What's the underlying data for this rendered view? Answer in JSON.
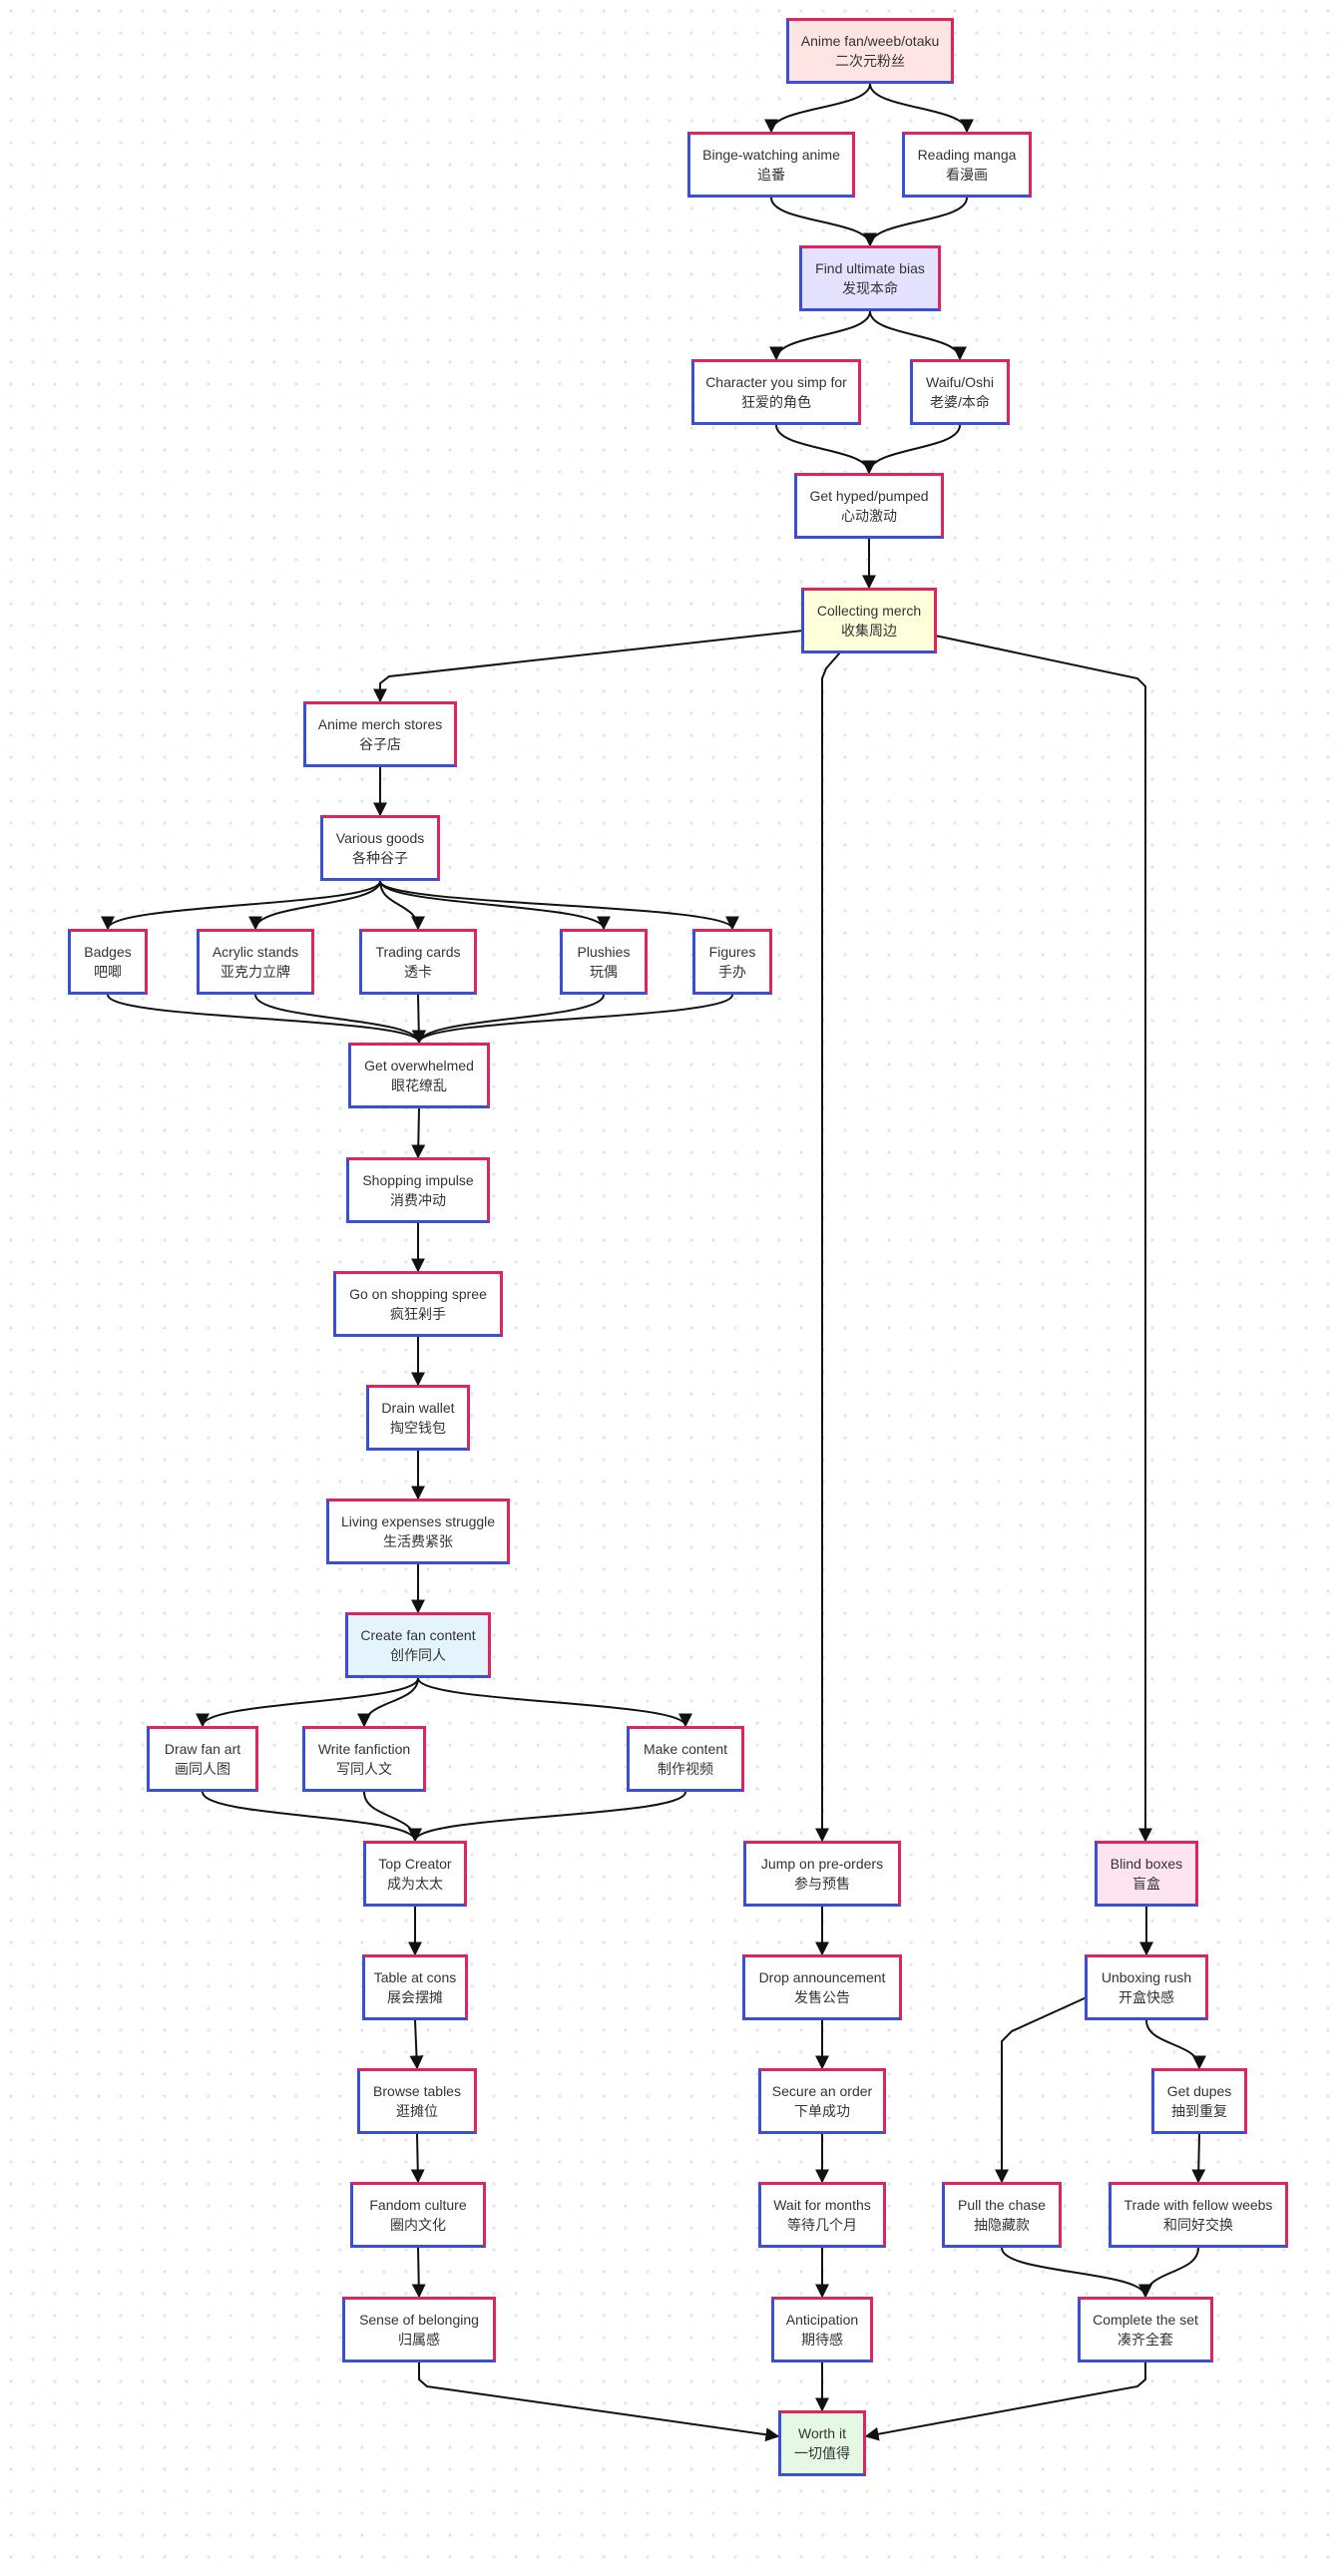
{
  "colors": {
    "edge": "#111111",
    "border_a": "#3b4fd6",
    "border_b": "#e0245e",
    "default_fill": "#ffffff"
  },
  "nodes": [
    {
      "id": "fan",
      "en": "Anime fan/weeb/otaku",
      "zh": "二次元粉丝",
      "fill": "#ffe4e4"
    },
    {
      "id": "binge",
      "en": "Binge-watching anime",
      "zh": "追番"
    },
    {
      "id": "manga",
      "en": "Reading manga",
      "zh": "看漫画"
    },
    {
      "id": "bias",
      "en": "Find ultimate bias",
      "zh": "发现本命",
      "fill": "#e4e2ff"
    },
    {
      "id": "simp",
      "en": "Character you simp for",
      "zh": "狂爱的角色"
    },
    {
      "id": "waifu",
      "en": "Waifu/Oshi",
      "zh": "老婆/本命"
    },
    {
      "id": "hyped",
      "en": "Get hyped/pumped",
      "zh": "心动激动"
    },
    {
      "id": "collect",
      "en": "Collecting merch",
      "zh": "收集周边",
      "fill": "#ffffdc"
    },
    {
      "id": "stores",
      "en": "Anime merch stores",
      "zh": "谷子店"
    },
    {
      "id": "goods",
      "en": "Various goods",
      "zh": "各种谷子"
    },
    {
      "id": "badges",
      "en": "Badges",
      "zh": "吧唧"
    },
    {
      "id": "acrylic",
      "en": "Acrylic stands",
      "zh": "亚克力立牌"
    },
    {
      "id": "cards",
      "en": "Trading cards",
      "zh": "透卡"
    },
    {
      "id": "plush",
      "en": "Plushies",
      "zh": "玩偶"
    },
    {
      "id": "figures",
      "en": "Figures",
      "zh": "手办"
    },
    {
      "id": "overwhelm",
      "en": "Get overwhelmed",
      "zh": "眼花缭乱"
    },
    {
      "id": "impulse",
      "en": "Shopping impulse",
      "zh": "消费冲动"
    },
    {
      "id": "spree",
      "en": "Go on shopping spree",
      "zh": "疯狂剁手"
    },
    {
      "id": "drain",
      "en": "Drain wallet",
      "zh": "掏空钱包"
    },
    {
      "id": "living",
      "en": "Living expenses struggle",
      "zh": "生活费紧张"
    },
    {
      "id": "create",
      "en": "Create fan content",
      "zh": "创作同人",
      "fill": "#e4f4fc"
    },
    {
      "id": "draw",
      "en": "Draw fan art",
      "zh": "画同人图"
    },
    {
      "id": "fic",
      "en": "Write fanfiction",
      "zh": "写同人文"
    },
    {
      "id": "content",
      "en": "Make content",
      "zh": "制作视频"
    },
    {
      "id": "top",
      "en": "Top Creator",
      "zh": "成为太太"
    },
    {
      "id": "table",
      "en": "Table at cons",
      "zh": "展会摆摊"
    },
    {
      "id": "browse",
      "en": "Browse tables",
      "zh": "逛摊位"
    },
    {
      "id": "fandom",
      "en": "Fandom culture",
      "zh": "圈内文化"
    },
    {
      "id": "belong",
      "en": "Sense of belonging",
      "zh": "归属感"
    },
    {
      "id": "preorder",
      "en": "Jump on pre-orders",
      "zh": "参与预售"
    },
    {
      "id": "announce",
      "en": "Drop announcement",
      "zh": "发售公告"
    },
    {
      "id": "secure",
      "en": "Secure an order",
      "zh": "下单成功"
    },
    {
      "id": "wait",
      "en": "Wait for months",
      "zh": "等待几个月"
    },
    {
      "id": "anticip",
      "en": "Anticipation",
      "zh": "期待感"
    },
    {
      "id": "blind",
      "en": "Blind boxes",
      "zh": "盲盒",
      "fill": "#fde4f0"
    },
    {
      "id": "unbox",
      "en": "Unboxing rush",
      "zh": "开盒快感"
    },
    {
      "id": "dupes",
      "en": "Get dupes",
      "zh": "抽到重复"
    },
    {
      "id": "chase",
      "en": "Pull the chase",
      "zh": "抽隐藏款"
    },
    {
      "id": "trade",
      "en": "Trade with fellow weebs",
      "zh": "和同好交换"
    },
    {
      "id": "complete",
      "en": "Complete the set",
      "zh": "凑齐全套"
    },
    {
      "id": "worth",
      "en": "Worth it",
      "zh": "一切值得",
      "fill": "#e4f8e4"
    }
  ],
  "edges": [
    [
      "fan",
      "binge"
    ],
    [
      "fan",
      "manga"
    ],
    [
      "binge",
      "bias"
    ],
    [
      "manga",
      "bias"
    ],
    [
      "bias",
      "simp"
    ],
    [
      "bias",
      "waifu"
    ],
    [
      "simp",
      "hyped"
    ],
    [
      "waifu",
      "hyped"
    ],
    [
      "hyped",
      "collect"
    ],
    [
      "collect",
      "stores"
    ],
    [
      "collect",
      "preorder"
    ],
    [
      "collect",
      "blind"
    ],
    [
      "stores",
      "goods"
    ],
    [
      "goods",
      "badges"
    ],
    [
      "goods",
      "acrylic"
    ],
    [
      "goods",
      "cards"
    ],
    [
      "goods",
      "plush"
    ],
    [
      "goods",
      "figures"
    ],
    [
      "badges",
      "overwhelm"
    ],
    [
      "acrylic",
      "overwhelm"
    ],
    [
      "cards",
      "overwhelm"
    ],
    [
      "plush",
      "overwhelm"
    ],
    [
      "figures",
      "overwhelm"
    ],
    [
      "overwhelm",
      "impulse"
    ],
    [
      "impulse",
      "spree"
    ],
    [
      "spree",
      "drain"
    ],
    [
      "drain",
      "living"
    ],
    [
      "living",
      "create"
    ],
    [
      "create",
      "draw"
    ],
    [
      "create",
      "fic"
    ],
    [
      "create",
      "content"
    ],
    [
      "draw",
      "top"
    ],
    [
      "fic",
      "top"
    ],
    [
      "content",
      "top"
    ],
    [
      "top",
      "table"
    ],
    [
      "table",
      "browse"
    ],
    [
      "browse",
      "fandom"
    ],
    [
      "fandom",
      "belong"
    ],
    [
      "belong",
      "worth"
    ],
    [
      "preorder",
      "announce"
    ],
    [
      "announce",
      "secure"
    ],
    [
      "secure",
      "wait"
    ],
    [
      "wait",
      "anticip"
    ],
    [
      "anticip",
      "worth"
    ],
    [
      "blind",
      "unbox"
    ],
    [
      "unbox",
      "chase"
    ],
    [
      "unbox",
      "dupes"
    ],
    [
      "dupes",
      "trade"
    ],
    [
      "chase",
      "complete"
    ],
    [
      "trade",
      "complete"
    ],
    [
      "complete",
      "worth"
    ]
  ]
}
